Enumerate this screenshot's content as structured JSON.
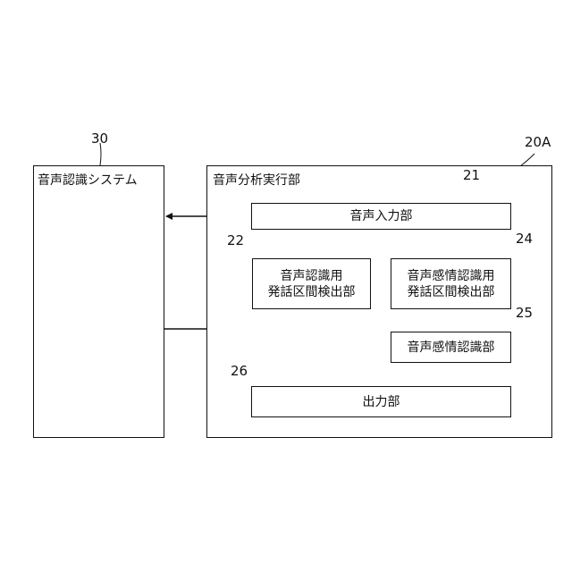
{
  "system_box": {
    "ref": "30",
    "title": "音声認識システム"
  },
  "analysis_box": {
    "ref": "20A",
    "title": "音声分析実行部"
  },
  "blocks": {
    "input": {
      "ref": "21",
      "label": "音声入力部"
    },
    "detector_a": {
      "ref": "22",
      "line1": "音声認識用",
      "line2": "発話区間検出部"
    },
    "detector_b": {
      "ref": "24",
      "line1": "音声感情認識用",
      "line2": "発話区間検出部"
    },
    "emotion": {
      "ref": "25",
      "label": "音声感情認識部"
    },
    "output": {
      "ref": "26",
      "label": "出力部"
    }
  }
}
